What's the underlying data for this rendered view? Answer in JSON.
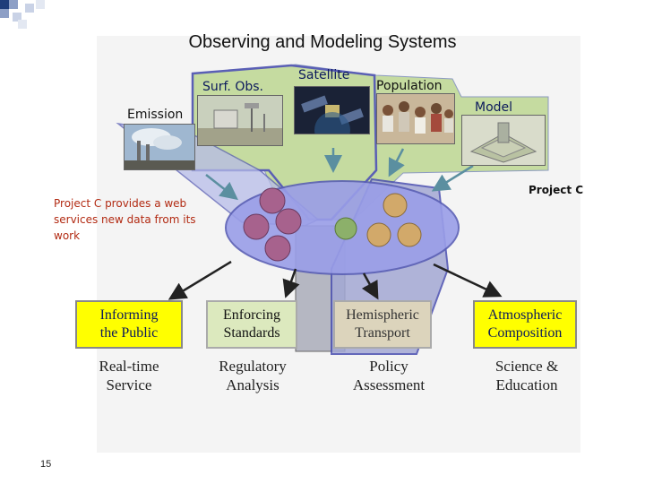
{
  "slide": {
    "title": "Observing and Modeling Systems",
    "page_number": "15"
  },
  "sources": {
    "surf_obs": "Surf. Obs.",
    "satellite": "Satellite",
    "population": "Population",
    "model": "Model",
    "emission": "Emission"
  },
  "notes": {
    "left": "Project C provides a web services new data from its work",
    "right": "Project C"
  },
  "outputs": [
    {
      "box": "Informing\nthe Public",
      "sub": "Real-time\nService"
    },
    {
      "box": "Enforcing\nStandards",
      "sub": "Regulatory\nAnalysis"
    },
    {
      "box": "Hemispheric\nTransport",
      "sub": "Policy\nAssessment"
    },
    {
      "box": "Atmospheric\nComposition",
      "sub": "Science &\nEducation"
    }
  ],
  "colors": {
    "green_panel": "#c5dba0",
    "blue_panel": "#a3a8d4",
    "hub": "#9a9ee8",
    "purple_node": "#a7628d",
    "orange_node": "#d2a96a",
    "green_node": "#8cb06a",
    "note_red": "#b22a12",
    "output_yellow": "#ffff00"
  }
}
